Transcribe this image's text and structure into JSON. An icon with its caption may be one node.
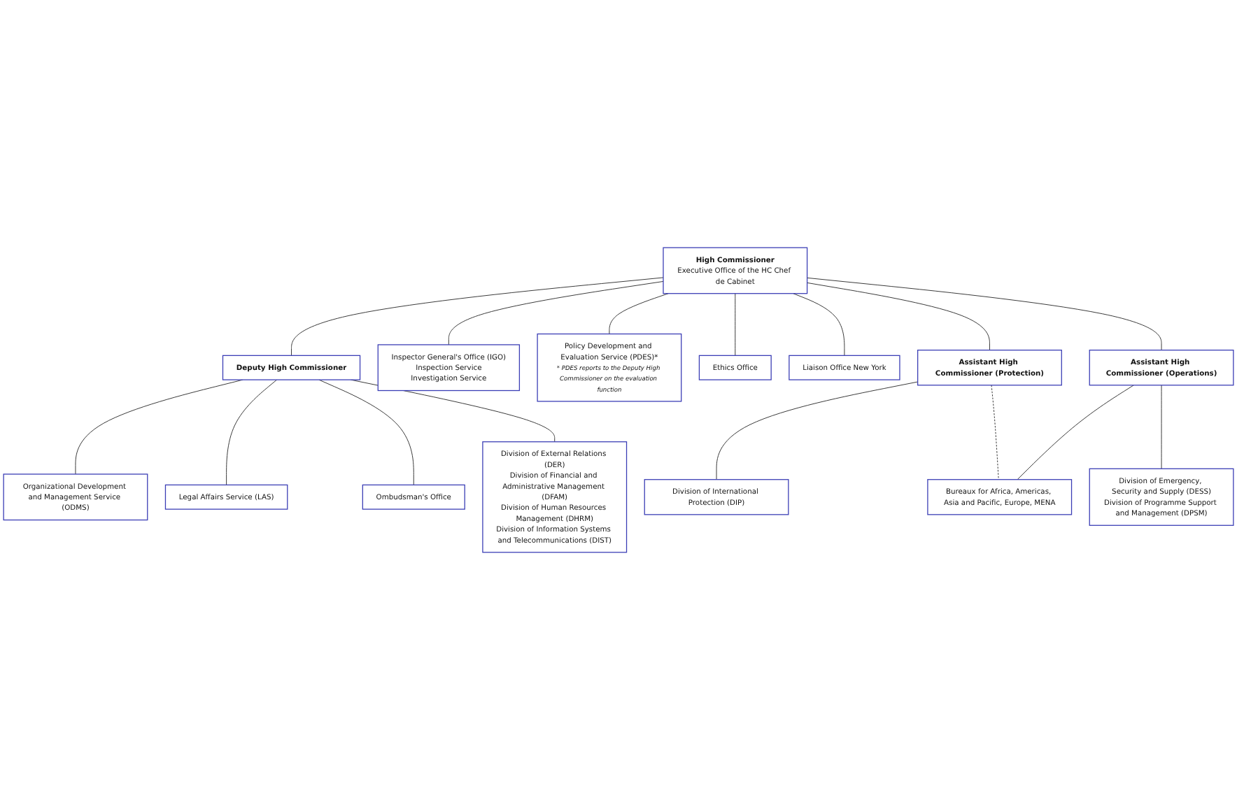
{
  "diagram": {
    "nodes": [
      {
        "text": [
          "High Commissioner",
          "Executive Office of the HC Chef de Cabinet"
        ]
      },
      {
        "text": [
          "Deputy High Commissioner"
        ]
      },
      {
        "text": [
          "Organizational Development and Management Service (ODMS)"
        ]
      },
      {
        "text": [
          "Legal Affairs Service (LAS)"
        ]
      },
      {
        "text": [
          "Ombudsman's Office"
        ]
      },
      {
        "text": [
          "Division of External Relations (DER)",
          "Division of Financial and Administrative Management (DFAM)",
          "Division of Human Resources Management (DHRM)",
          "Division of Information Systems and Telecommunications (DIST)"
        ]
      },
      {
        "text": [
          "Inspector General's Office (IGO)",
          "Inspection Service",
          "Investigation Service"
        ]
      },
      {
        "text": [
          "Policy Development and Evaluation Service (PDES)*",
          "* PDES reports to the Deputy High Commissioner on the evaluation function"
        ]
      },
      {
        "text": [
          "Ethics Office"
        ]
      },
      {
        "text": [
          "Liaison Office New York"
        ]
      },
      {
        "text": [
          "Assistant High Commissioner (Protection)"
        ]
      },
      {
        "text": [
          "Division of International Protection (DIP)"
        ]
      },
      {
        "text": [
          "Assistant High Commissioner (Operations)"
        ]
      },
      {
        "text": [
          "Bureaux for Africa, Americas, Asia and Pacific, Europe, MENA"
        ]
      },
      {
        "text": [
          "Division of Emergency, Security and Supply (DESS)",
          "Division of Programme Support and Management (DPSM)"
        ]
      }
    ],
    "edges": [
      {
        "from": 0,
        "to": 1,
        "arrow": "none"
      },
      {
        "from": 1,
        "to": 2,
        "arrow": "none"
      },
      {
        "from": 1,
        "to": 3,
        "arrow": "none"
      },
      {
        "from": 1,
        "to": 4,
        "arrow": "none"
      },
      {
        "from": 1,
        "to": 5,
        "arrow": "none"
      },
      {
        "from": 0,
        "to": 6,
        "arrow": "none"
      },
      {
        "from": 0,
        "to": 7,
        "arrow": "none"
      },
      {
        "from": 0,
        "to": 8,
        "arrow": "none"
      },
      {
        "from": 0,
        "to": 9,
        "arrow": "none"
      },
      {
        "from": 0,
        "to": 10,
        "arrow": "none"
      },
      {
        "from": 0,
        "to": 12,
        "arrow": "none"
      },
      {
        "from": 10,
        "to": 11,
        "arrow": "none"
      },
      {
        "from": 10,
        "to": 13,
        "arrow": "none",
        "style": "dashed"
      },
      {
        "from": 12,
        "to": 13,
        "arrow": "none"
      },
      {
        "from": 12,
        "to": 14,
        "arrow": "none"
      }
    ]
  }
}
